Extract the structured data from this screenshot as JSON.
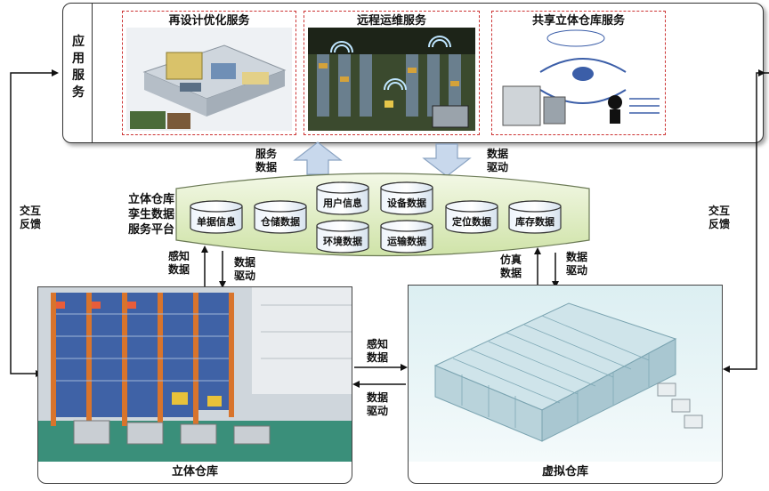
{
  "app_layer": {
    "label": "应用服务",
    "services": [
      {
        "title": "再设计优化服务"
      },
      {
        "title": "远程运维服务"
      },
      {
        "title": "共享立体仓库服务"
      }
    ]
  },
  "platform": {
    "title_lines": [
      "立体仓库",
      "孪生数据",
      "服务平台"
    ],
    "databases": [
      "单据信息",
      "仓储数据",
      "用户信息",
      "环境数据",
      "设备数据",
      "运输数据",
      "定位数据",
      "库存数据"
    ]
  },
  "arrows": {
    "service_data": [
      "服务",
      "数据"
    ],
    "data_driven": [
      "数据",
      "驱动"
    ],
    "sense_data": [
      "感知",
      "数据"
    ],
    "sim_data": [
      "仿真",
      "数据"
    ],
    "interaction_feedback": [
      "交互",
      "反馈"
    ]
  },
  "warehouses": {
    "physical": "立体仓库",
    "virtual": "虚拟仓库"
  }
}
